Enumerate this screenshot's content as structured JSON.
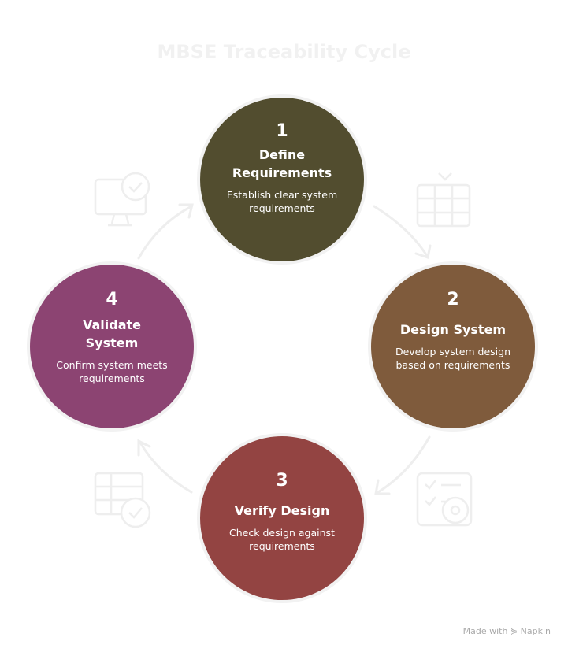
{
  "title": "MBSE Traceability Cycle",
  "steps": [
    {
      "number": "1",
      "title": "Define Requirements",
      "description": "Establish clear system requirements",
      "color": "#524d2f",
      "icon": "monitor-check-icon"
    },
    {
      "number": "2",
      "title": "Design System",
      "description": "Develop system design based on requirements",
      "color": "#7f5b3c",
      "icon": "layout-grid-icon"
    },
    {
      "number": "3",
      "title": "Verify Design",
      "description": "Check design against requirements",
      "color": "#934442",
      "icon": "checklist-gear-icon"
    },
    {
      "number": "4",
      "title": "Validate System",
      "description": "Confirm system meets requirements",
      "color": "#8c4472",
      "icon": "table-check-icon"
    }
  ],
  "footer": "Made with ⋟ Napkin"
}
